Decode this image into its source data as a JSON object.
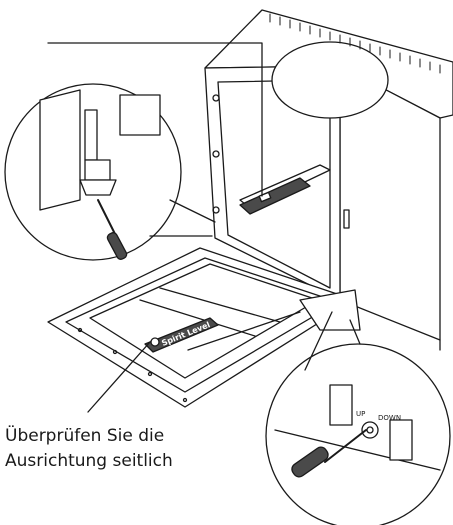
{
  "caption": {
    "line1": "Überprüfen Sie die",
    "line2": "Ausrichtung seitlich"
  },
  "labels": {
    "level_plate": "Spirit Level",
    "dial_up": "UP",
    "dial_down": "DOWN"
  },
  "colors": {
    "stroke": "#1a1a1a",
    "level": "#4a4a4a",
    "background": "#ffffff"
  }
}
